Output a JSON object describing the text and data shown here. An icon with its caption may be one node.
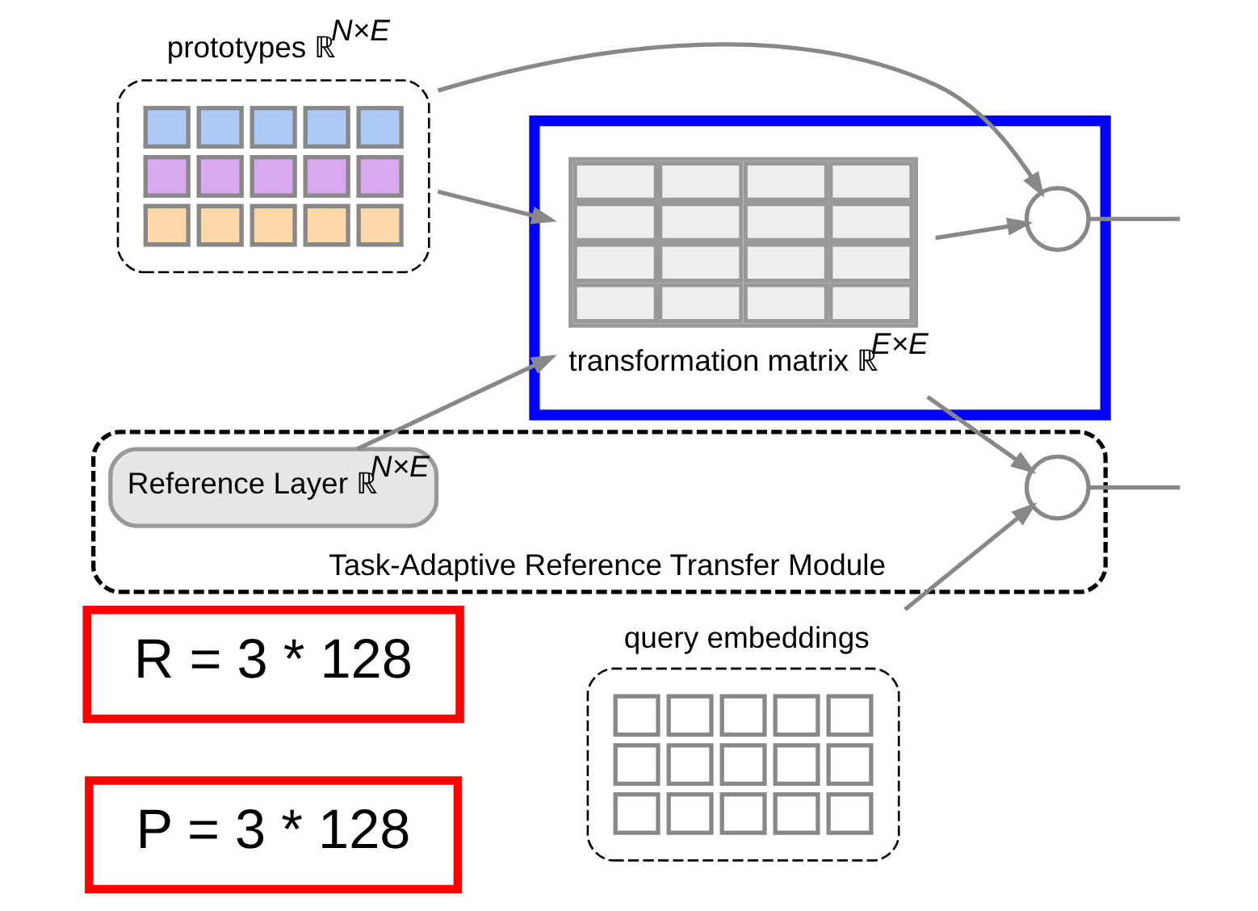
{
  "diagram": {
    "nodes": [
      {
        "text": [
          "P = 3 * 128"
        ]
      },
      {
        "text": [
          "R = 3 * 128"
        ]
      },
      {
        "text": [
          "prototypes ℝ$^{N×E}$"
        ]
      },
      {
        "text": [
          "Task-Adaptive Reference Transfer Module"
        ]
      },
      {
        "text": [
          "Reference Layer ℝ$^{N×E}$"
        ],
        "in": 3
      },
      {
        "text": [],
        "shape": "box"
      },
      {
        "text": [
          "transformation matrix ℝ$^{E×E}$"
        ],
        "in": 5
      },
      {
        "text": [],
        "shape": "circle",
        "in": 5
      },
      {
        "text": [
          "query embeddings"
        ]
      },
      {
        "text": [],
        "shape": "circle",
        "in": 3
      }
    ],
    "edges": [
      {
        "from": 2,
        "to": 6,
        "arrow": "to"
      },
      {
        "from": 4,
        "to": 6,
        "arrow": "to"
      },
      {
        "from": 6,
        "to": 7,
        "arrow": "to"
      },
      {
        "from": 2,
        "to": 7,
        "arrow": "to"
      },
      {
        "from": 7,
        "to": null,
        "arrow": "none"
      },
      {
        "from": 6,
        "to": 9,
        "arrow": "to"
      },
      {
        "from": 8,
        "to": 9,
        "arrow": "to"
      },
      {
        "from": 9,
        "to": null,
        "arrow": "none"
      }
    ]
  }
}
